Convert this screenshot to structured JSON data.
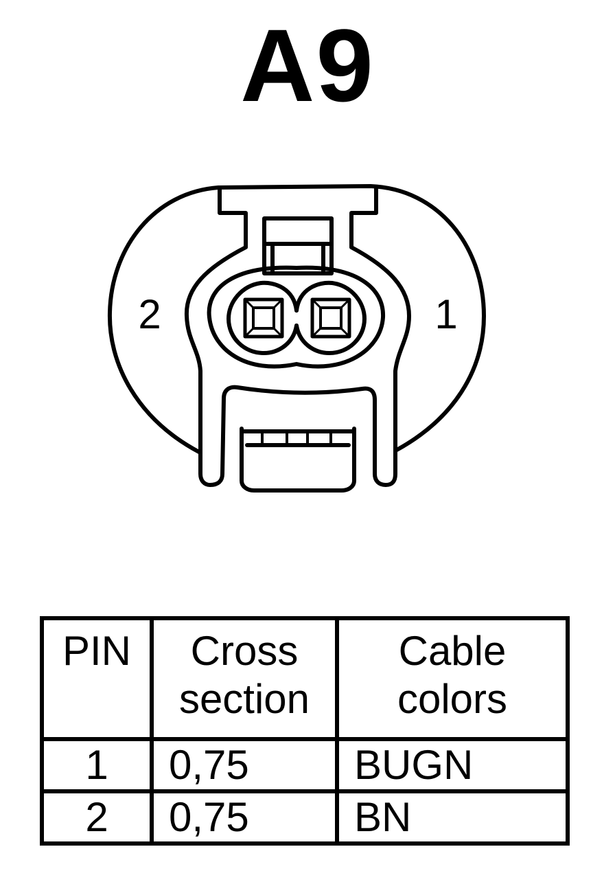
{
  "title": "A9",
  "connector": {
    "pin_labels": [
      "2",
      "1"
    ]
  },
  "table": {
    "headers": [
      {
        "line1": "PIN",
        "line2": ""
      },
      {
        "line1": "Cross",
        "line2": "section"
      },
      {
        "line1": "Cable",
        "line2": "colors"
      }
    ],
    "rows": [
      {
        "pin": "1",
        "cross_section": "0,75",
        "color": "BUGN"
      },
      {
        "pin": "2",
        "cross_section": "0,75",
        "color": "BN"
      }
    ]
  }
}
